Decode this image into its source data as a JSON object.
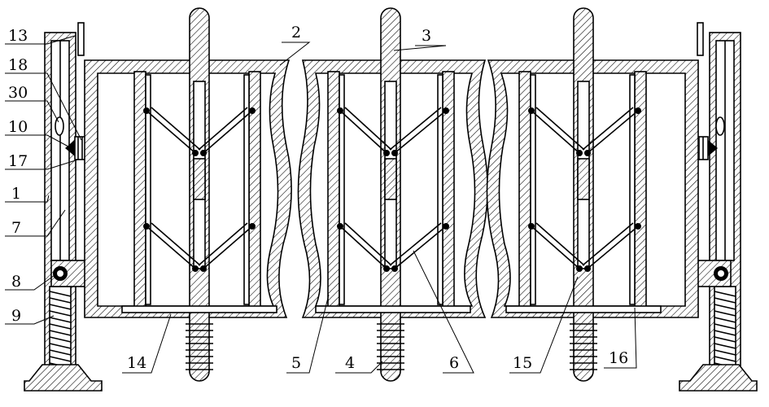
{
  "figure": {
    "part_labels": {
      "p1": "1",
      "p2": "2",
      "p3": "3",
      "p4": "4",
      "p5": "5",
      "p6": "6",
      "p7": "7",
      "p8": "8",
      "p9": "9",
      "p10": "10",
      "p13": "13",
      "p14": "14",
      "p15": "15",
      "p16": "16",
      "p17": "17",
      "p18": "18",
      "p30": "30"
    }
  }
}
